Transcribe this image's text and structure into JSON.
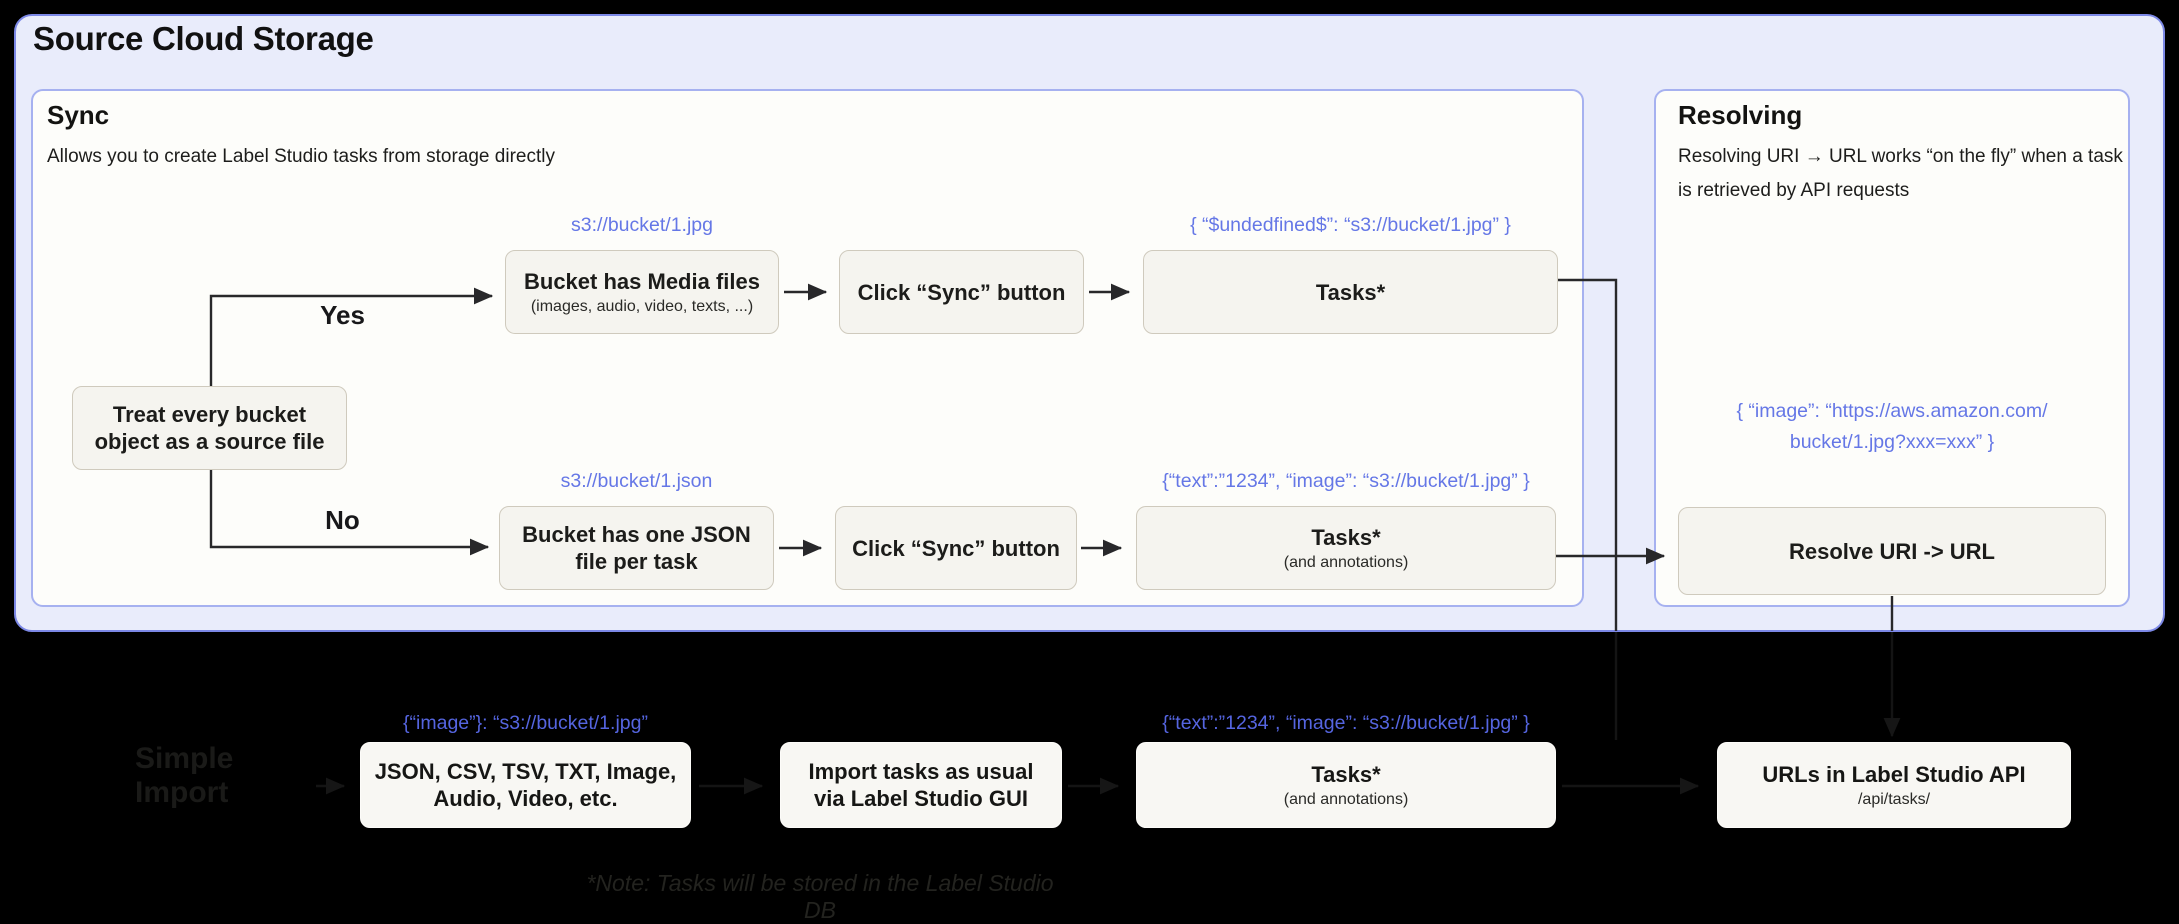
{
  "title": "Source Cloud Storage",
  "sync": {
    "heading": "Sync",
    "subheading": "Allows you to create Label Studio tasks from storage directly",
    "decision_box": "Treat every bucket object as a source file",
    "branch_yes": "Yes",
    "branch_no": "No",
    "media_row": {
      "uri_label": "s3://bucket/1.jpg",
      "bucket_box_title": "Bucket has Media files",
      "bucket_box_sub": "(images, audio, video, texts, ...)",
      "sync_button_box": "Click “Sync” button",
      "task_json_label": "{ “$undedfined$”: “s3://bucket/1.jpg” }",
      "tasks_box_title": "Tasks*"
    },
    "json_row": {
      "uri_label": "s3://bucket/1.json",
      "bucket_box_title": "Bucket has one JSON file per task",
      "sync_button_box": "Click “Sync” button",
      "task_json_label": "{“text”:”1234”,  “image”: “s3://bucket/1.jpg” }",
      "tasks_box_title": "Tasks*",
      "tasks_box_sub": "(and annotations)"
    }
  },
  "resolving": {
    "heading": "Resolving",
    "subheading": "Resolving URI → URL works “on the fly” when a task is retrieved by API requests",
    "resolved_json_label": "{ “image”: “https://aws.amazon.com/\nbucket/1.jpg?xxx=xxx” }",
    "resolve_box": "Resolve URI -> URL"
  },
  "import_flow": {
    "heading": "Simple\nImport",
    "file_json_label": "{“image”}: “s3://bucket/1.jpg”",
    "files_box": "JSON, CSV, TSV, TXT, Image, Audio, Video, etc.",
    "gui_box": "Import tasks as usual via Label Studio GUI",
    "task_json_label": "{“text”:”1234”,  “image”: “s3://bucket/1.jpg” }",
    "tasks_box_title": "Tasks*",
    "tasks_box_sub": "(and annotations)",
    "api_box_title": "URLs in Label Studio API",
    "api_box_sub": "/api/tasks/"
  },
  "footnote": "*Note: Tasks will be stored in the Label Studio DB",
  "colors": {
    "outer_panel_fill": "#e9ecfb",
    "outer_panel_border": "#7c88e6",
    "inner_panel_fill": "#fdfdfa",
    "inner_panel_border": "#a6b1f0",
    "flow_box_fill": "#f5f4ef",
    "flow_box_border": "#cfcabd",
    "annotation_blue": "#6577e6",
    "arrow": "#28282a",
    "page_bg": "#000000"
  }
}
